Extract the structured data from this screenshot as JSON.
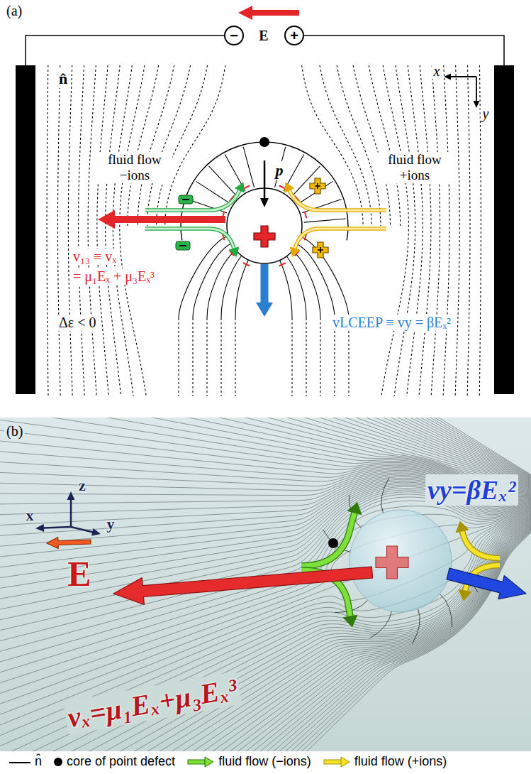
{
  "diagram": {
    "nodes": [
      {
        "text": [
          "−"
        ]
      },
      {
        "text": [
          "+"
        ]
      }
    ],
    "labels": [
      "(a)",
      "E",
      "n̂",
      "x",
      "y",
      "p",
      "fluid flow −ions",
      "fluid flow +ions",
      "v₁₃ ≡ vₓ",
      "= μ₁Eₓ + μ₃Eₓ³",
      "Δε < 0",
      "vLCEEP ≡ vy = βEₓ²",
      "(b)",
      "z",
      "x",
      "y",
      "E",
      "vy=βEₓ²",
      "vₓ=μ₁Eₓ+μ₃Eₓ³"
    ],
    "legend": [
      {
        "text": "n̂"
      },
      {
        "text": "core of point defect"
      },
      {
        "text": "fluid flow (−ions)"
      },
      {
        "text": "fluid flow (+ions)"
      }
    ]
  }
}
